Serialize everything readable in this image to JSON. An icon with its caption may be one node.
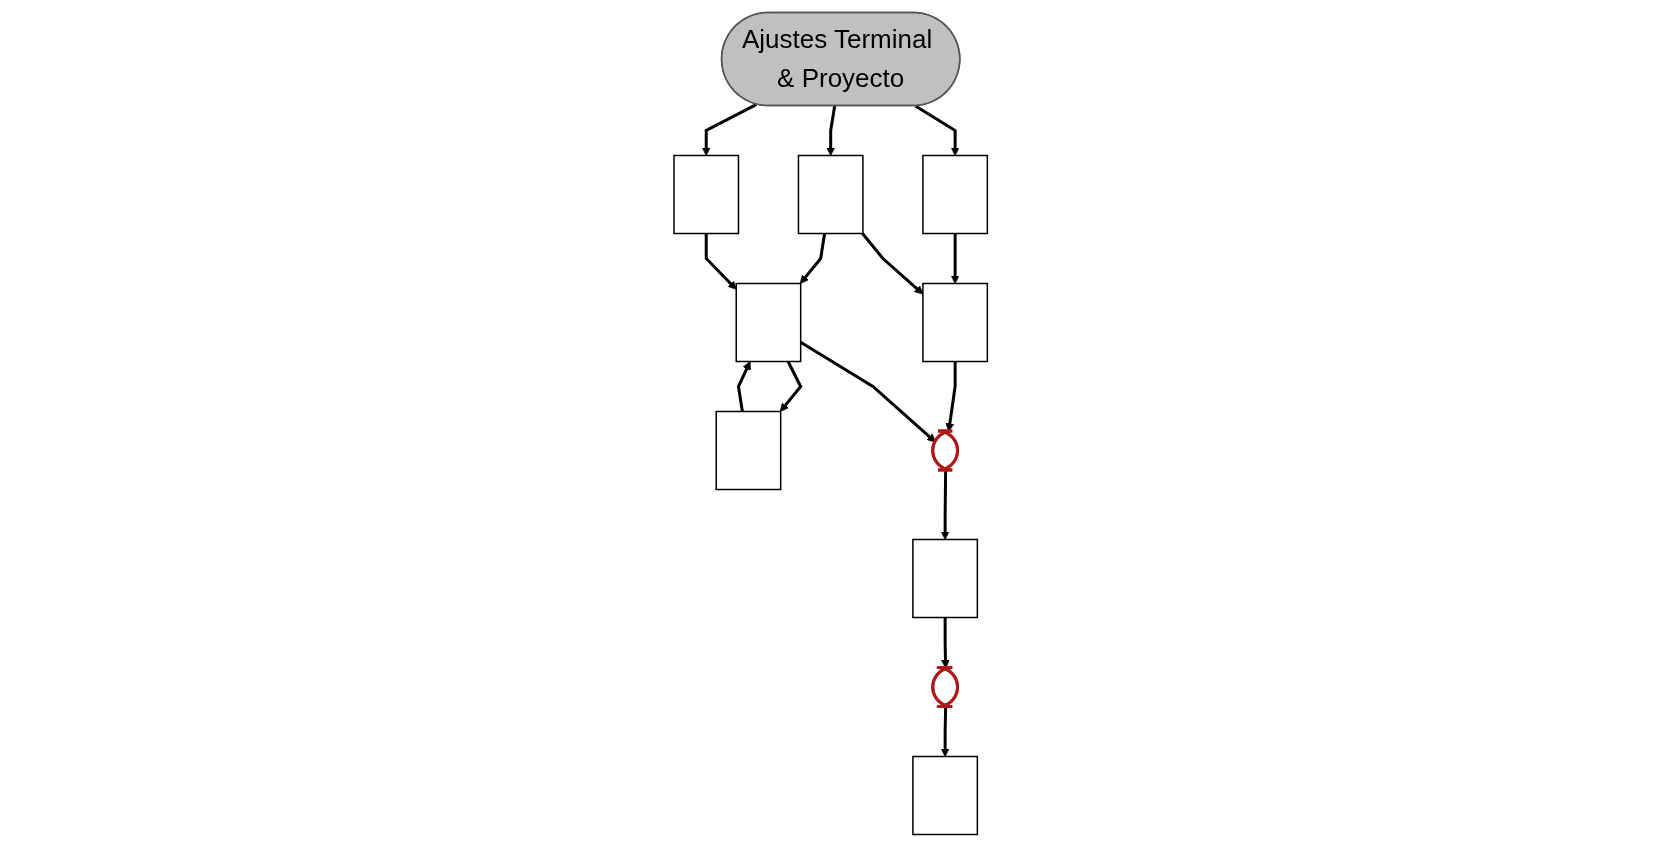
{
  "diagram": {
    "nodes": [
      {
        "text": [
          "Ajustes Terminal & Proyecto"
        ]
      },
      {
        "text": [],
        "shape": "box"
      },
      {
        "text": [],
        "shape": "box"
      },
      {
        "text": [],
        "shape": "box"
      },
      {
        "text": [],
        "shape": "box"
      },
      {
        "text": [],
        "shape": "box"
      },
      {
        "text": [],
        "shape": "box"
      },
      {
        "text": [],
        "shape": "ellipse"
      },
      {
        "text": [],
        "shape": "box"
      },
      {
        "text": [],
        "shape": "ellipse"
      },
      {
        "text": [],
        "shape": "box"
      }
    ],
    "edges": [
      {
        "from": 0,
        "to": 1,
        "arrow": "to"
      },
      {
        "from": 0,
        "to": 2,
        "arrow": "to"
      },
      {
        "from": 0,
        "to": 3,
        "arrow": "to"
      },
      {
        "from": 1,
        "to": 4,
        "arrow": "to"
      },
      {
        "from": 2,
        "to": 4,
        "arrow": "to"
      },
      {
        "from": 2,
        "to": 5,
        "arrow": "to"
      },
      {
        "from": 3,
        "to": 5,
        "arrow": "to"
      },
      {
        "from": 6,
        "to": 5,
        "arrow": "to"
      },
      {
        "from": 5,
        "to": 6,
        "arrow": "to"
      },
      {
        "from": 4,
        "to": 7,
        "arrow": "to"
      },
      {
        "from": 5,
        "to": 7,
        "arrow": "to"
      },
      {
        "from": 7,
        "to": 8,
        "arrow": "to"
      },
      {
        "from": 8,
        "to": 9,
        "arrow": "to"
      },
      {
        "from": 9,
        "to": 10,
        "arrow": "to"
      }
    ]
  }
}
